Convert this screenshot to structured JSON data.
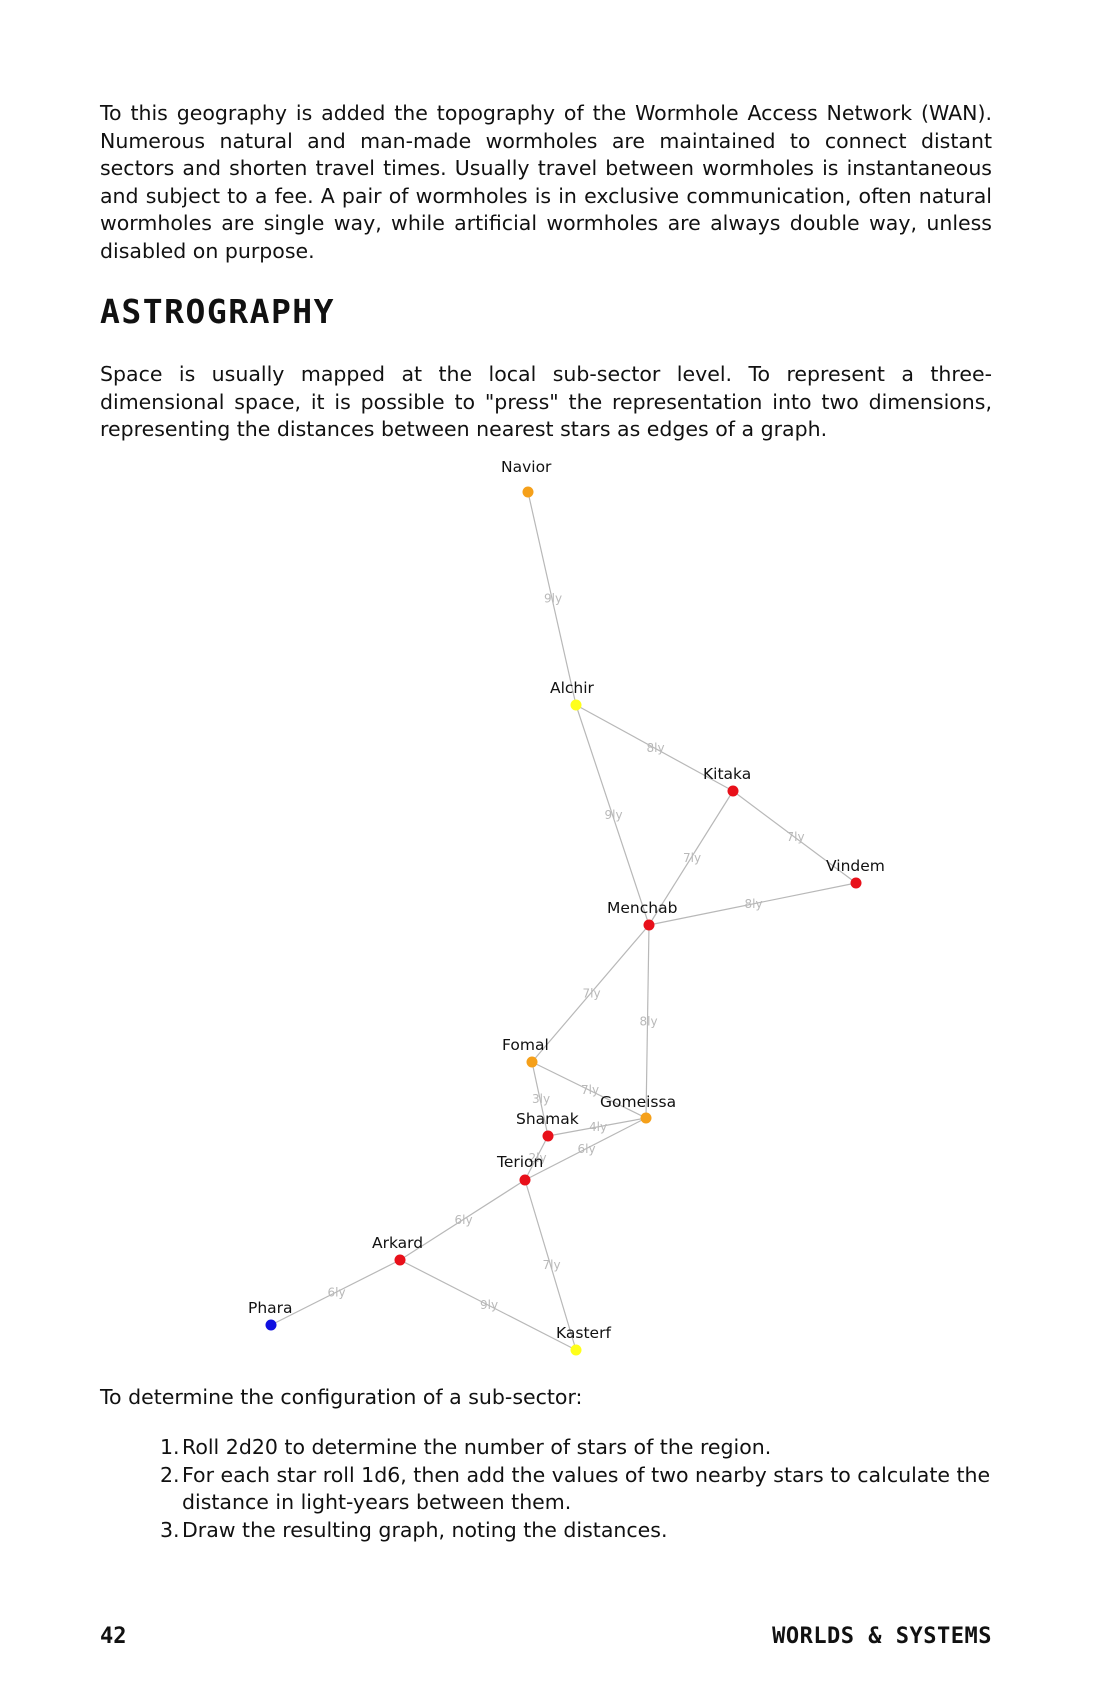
{
  "intro_paragraph": "To this geography is added the topography of the Wormhole Access Network (WAN). Numerous natural and man-made wormholes are maintained to connect distant sectors and shorten travel times. Usually travel between wormholes is instantaneous and subject to a fee. A pair of wormholes is in exclusive communication, often natural wormholes are single way, while artificial wormholes are always double way, unless disabled on purpose.",
  "section_heading": "ASTROGRAPHY",
  "astrography_paragraph": "Space is usually mapped at the local sub-sector level. To represent a three-dimensional space, it is possible to \"press\" the representation into two dimensions, representing the distances between nearest stars as edges of a graph.",
  "graph": {
    "node_colors": {
      "orange": "#f5a01a",
      "yellow": "#ffff1a",
      "red": "#e8101a",
      "blue": "#1010e0"
    },
    "nodes": [
      {
        "id": "navior",
        "label": "Navior",
        "color": "orange"
      },
      {
        "id": "alchir",
        "label": "Alchir",
        "color": "yellow"
      },
      {
        "id": "kitaka",
        "label": "Kitaka",
        "color": "red"
      },
      {
        "id": "vindem",
        "label": "Vindem",
        "color": "red"
      },
      {
        "id": "menchab",
        "label": "Menchab",
        "color": "red"
      },
      {
        "id": "fomal",
        "label": "Fomal",
        "color": "orange"
      },
      {
        "id": "gomeissa",
        "label": "Gomeissa",
        "color": "orange"
      },
      {
        "id": "shamak",
        "label": "Shamak",
        "color": "red"
      },
      {
        "id": "terion",
        "label": "Terion",
        "color": "red"
      },
      {
        "id": "arkard",
        "label": "Arkard",
        "color": "red"
      },
      {
        "id": "phara",
        "label": "Phara",
        "color": "blue"
      },
      {
        "id": "kasterf",
        "label": "Kasterf",
        "color": "yellow"
      }
    ],
    "edges": [
      {
        "from": "navior",
        "to": "alchir",
        "label": "9ly"
      },
      {
        "from": "alchir",
        "to": "kitaka",
        "label": "8ly"
      },
      {
        "from": "alchir",
        "to": "menchab",
        "label": "9ly"
      },
      {
        "from": "kitaka",
        "to": "vindem",
        "label": "7ly"
      },
      {
        "from": "kitaka",
        "to": "menchab",
        "label": "7ly"
      },
      {
        "from": "vindem",
        "to": "menchab",
        "label": "8ly"
      },
      {
        "from": "menchab",
        "to": "fomal",
        "label": "7ly"
      },
      {
        "from": "menchab",
        "to": "gomeissa",
        "label": "8ly"
      },
      {
        "from": "fomal",
        "to": "gomeissa",
        "label": "7ly"
      },
      {
        "from": "fomal",
        "to": "shamak",
        "label": "3ly"
      },
      {
        "from": "shamak",
        "to": "gomeissa",
        "label": "4ly"
      },
      {
        "from": "shamak",
        "to": "terion",
        "label": "2ly"
      },
      {
        "from": "terion",
        "to": "gomeissa",
        "label": "6ly"
      },
      {
        "from": "terion",
        "to": "arkard",
        "label": "6ly"
      },
      {
        "from": "terion",
        "to": "kasterf",
        "label": "7ly"
      },
      {
        "from": "arkard",
        "to": "phara",
        "label": "6ly"
      },
      {
        "from": "arkard",
        "to": "kasterf",
        "label": "9ly"
      }
    ]
  },
  "config_intro": "To determine the configuration of a sub-sector:",
  "steps": [
    {
      "num": "1.",
      "text": "Roll 2d20 to determine the number of stars of the region."
    },
    {
      "num": "2.",
      "text": "For each star roll 1d6, then add the values of two nearby stars to calculate the distance in light-years between them."
    },
    {
      "num": "3.",
      "text": "Draw the resulting graph, noting the distances."
    }
  ],
  "footer": {
    "page_number": "42",
    "title": "WORLDS & SYSTEMS"
  }
}
